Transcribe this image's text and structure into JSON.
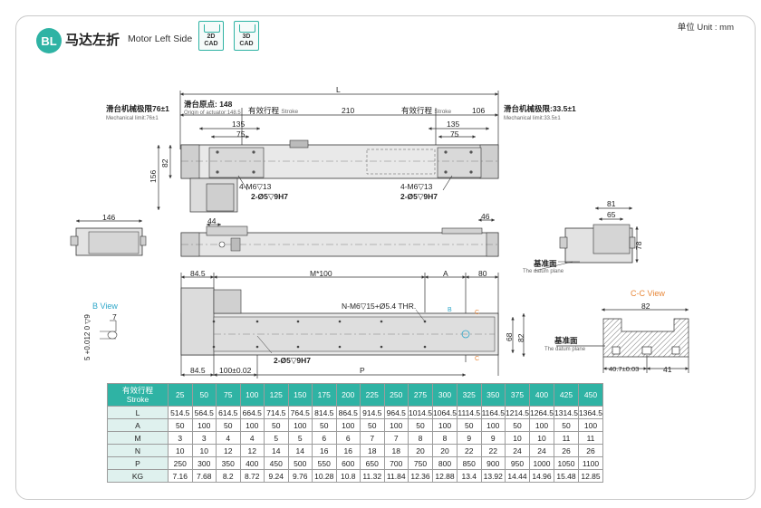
{
  "header": {
    "badge": "BL",
    "title_cn": "马达左折",
    "title_en": "Motor Left Side",
    "cad_2d_top": "2D",
    "cad_2d_bottom": "CAD",
    "cad_3d_top": "3D",
    "cad_3d_bottom": "CAD",
    "unit": "单位 Unit : mm"
  },
  "drawing": {
    "top_view": {
      "L": "L",
      "origin_cn": "滑台原点: 148",
      "origin_en": "Origin of actuator:148.5",
      "stroke_left": "有效行程",
      "stroke_left_en": "Stroke",
      "stroke_right": "有效行程",
      "stroke_right_en": "Stroke",
      "dim_210": "210",
      "dim_106": "106",
      "mech_left_cn": "滑台机械极限76±1",
      "mech_left_en": "Mechanical limit:76±1",
      "mech_right_cn": "滑台机械极限:33.5±1",
      "mech_right_en": "Mechanical limit:33.5±1",
      "dim_135_left": "135",
      "dim_75_left": "75",
      "dim_135_right": "135",
      "dim_75_right": "75",
      "dim_82": "82",
      "dim_156": "156",
      "hole_left_1": "4-M6▽13",
      "hole_left_2": "2-Ø5▽9H7",
      "hole_right_1": "4-M6▽13",
      "hole_right_2": "2-Ø5▽9H7"
    },
    "side_view": {
      "dim_146": "146",
      "dim_44": "44",
      "dim_46": "46",
      "dim_81": "81",
      "dim_65": "65",
      "dim_78": "78",
      "datum_cn": "基准面",
      "datum_en": "The datum plane"
    },
    "bottom_view": {
      "dim_84_5_top": "84.5",
      "dim_M100": "M*100",
      "dim_A": "A",
      "dim_80": "80",
      "holes": "N-M6▽15+Ø5.4 THR.",
      "B": "B",
      "C_top": "C",
      "C_bottom": "C",
      "dim_68": "68",
      "dim_82": "82",
      "pin": "2-Ø5▽9H7",
      "dim_84_5_bottom": "84.5",
      "dim_100": "100±0.02",
      "dim_P": "P"
    },
    "b_view": {
      "title": "B View",
      "dim_7": "7",
      "tol": "5 +0.012 0 ▽9"
    },
    "cc_view": {
      "title": "C-C View",
      "dim_82": "82",
      "datum_cn": "基准面",
      "datum_en": "The datum plane",
      "dim_40_7": "40.7±0.03",
      "dim_41": "41"
    }
  },
  "spec_table": {
    "header_cn": "有效行程",
    "header_en": "Stroke",
    "strokes": [
      "25",
      "50",
      "75",
      "100",
      "125",
      "150",
      "175",
      "200",
      "225",
      "250",
      "275",
      "300",
      "325",
      "350",
      "375",
      "400",
      "425",
      "450"
    ],
    "rows": [
      {
        "label": "L",
        "values": [
          "514.5",
          "564.5",
          "614.5",
          "664.5",
          "714.5",
          "764.5",
          "814.5",
          "864.5",
          "914.5",
          "964.5",
          "1014.5",
          "1064.5",
          "1114.5",
          "1164.5",
          "1214.5",
          "1264.5",
          "1314.5",
          "1364.5"
        ]
      },
      {
        "label": "A",
        "values": [
          "50",
          "100",
          "50",
          "100",
          "50",
          "100",
          "50",
          "100",
          "50",
          "100",
          "50",
          "100",
          "50",
          "100",
          "50",
          "100",
          "50",
          "100"
        ]
      },
      {
        "label": "M",
        "values": [
          "3",
          "3",
          "4",
          "4",
          "5",
          "5",
          "6",
          "6",
          "7",
          "7",
          "8",
          "8",
          "9",
          "9",
          "10",
          "10",
          "11",
          "11"
        ]
      },
      {
        "label": "N",
        "values": [
          "10",
          "10",
          "12",
          "12",
          "14",
          "14",
          "16",
          "16",
          "18",
          "18",
          "20",
          "20",
          "22",
          "22",
          "24",
          "24",
          "26",
          "26"
        ]
      },
      {
        "label": "P",
        "values": [
          "250",
          "300",
          "350",
          "400",
          "450",
          "500",
          "550",
          "600",
          "650",
          "700",
          "750",
          "800",
          "850",
          "900",
          "950",
          "1000",
          "1050",
          "1100"
        ]
      },
      {
        "label": "KG",
        "values": [
          "7.16",
          "7.68",
          "8.2",
          "8.72",
          "9.24",
          "9.76",
          "10.28",
          "10.8",
          "11.32",
          "11.84",
          "12.36",
          "12.88",
          "13.4",
          "13.92",
          "14.44",
          "14.96",
          "15.48",
          "12.85"
        ]
      }
    ]
  },
  "colors": {
    "accent": "#2fb3a4",
    "blue_label": "#2fa7c9",
    "orange_label": "#e8883a"
  }
}
